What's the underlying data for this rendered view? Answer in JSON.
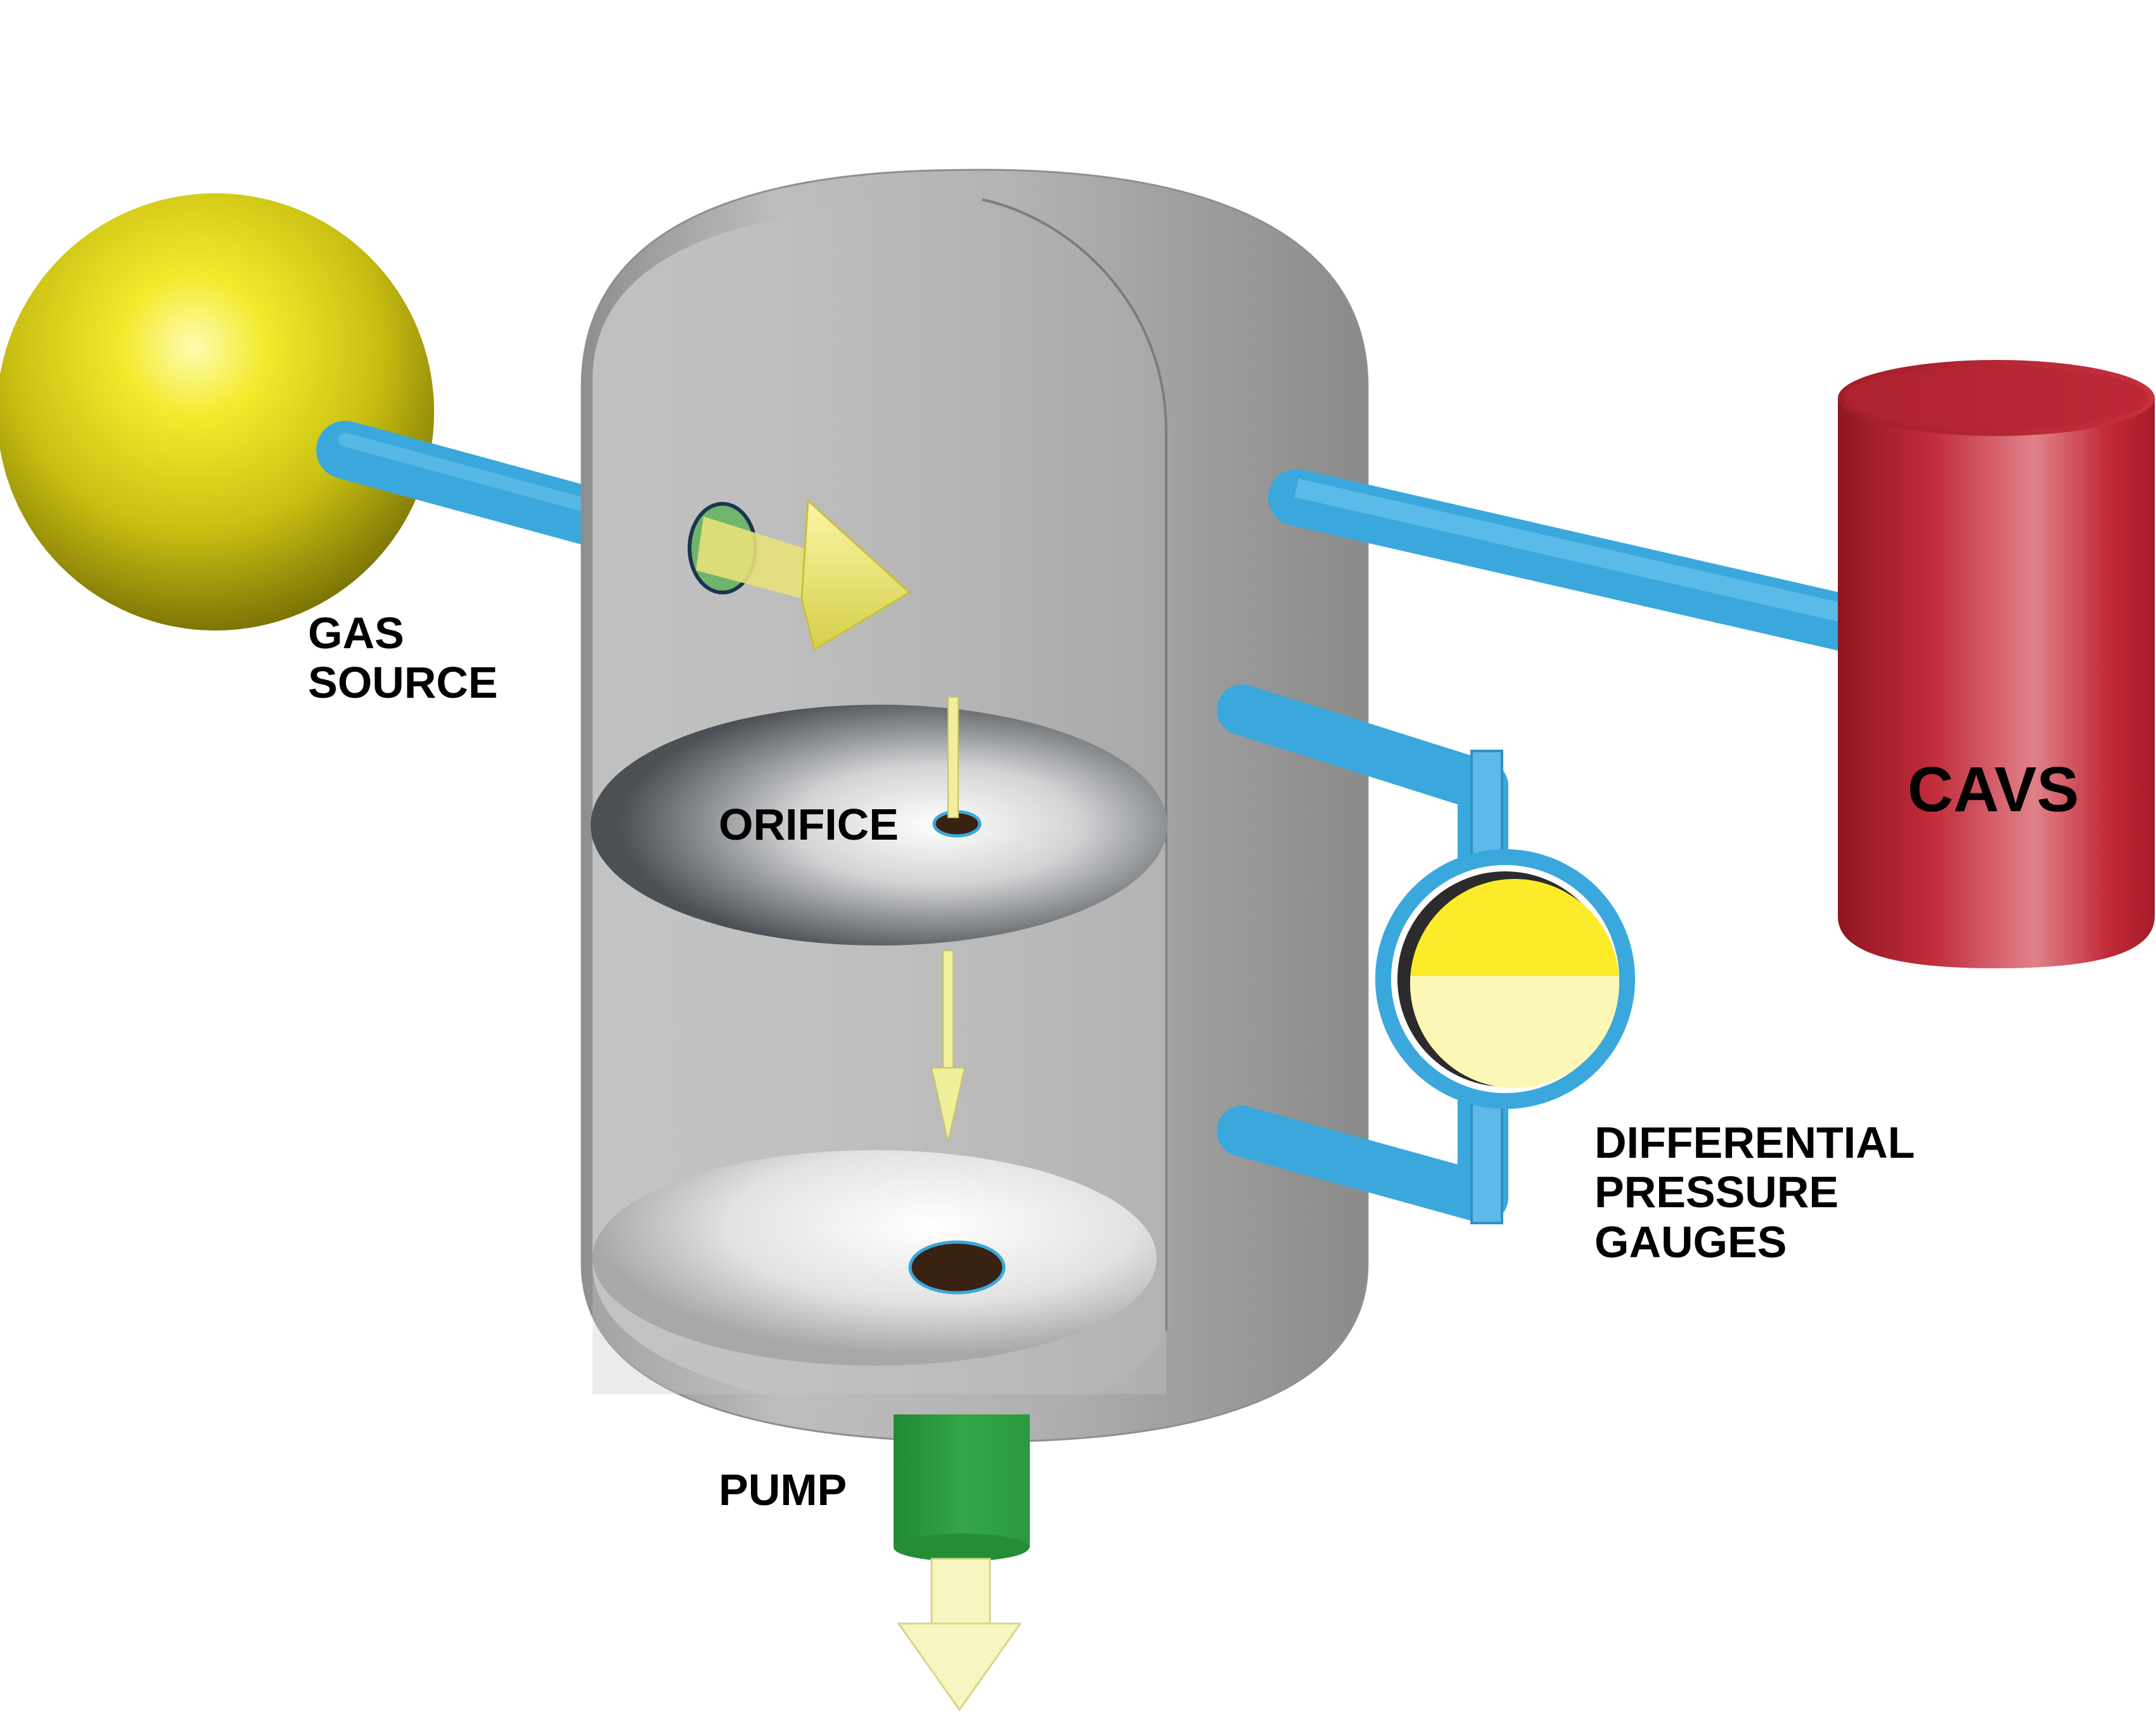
{
  "labels": {
    "gas_source": [
      "GAS",
      "SOURCE"
    ],
    "orifice": "ORIFICE",
    "pump": "PUMP",
    "cavs": "CAVS",
    "differential_pressure_gauges": [
      "DIFFERENTIAL",
      "PRESSURE",
      "GAUGES"
    ]
  },
  "colors": {
    "gas_source_sphere": "#d4cc1a",
    "pipes": "#3aa8dc",
    "chamber": "#b4b4b4",
    "cavs_cylinder": "#c8283a",
    "pump": "#2e9e3e",
    "flow_arrows": "#f2ef9a",
    "gauge_fill": "#fbeb28",
    "hole": "#3a2212"
  }
}
